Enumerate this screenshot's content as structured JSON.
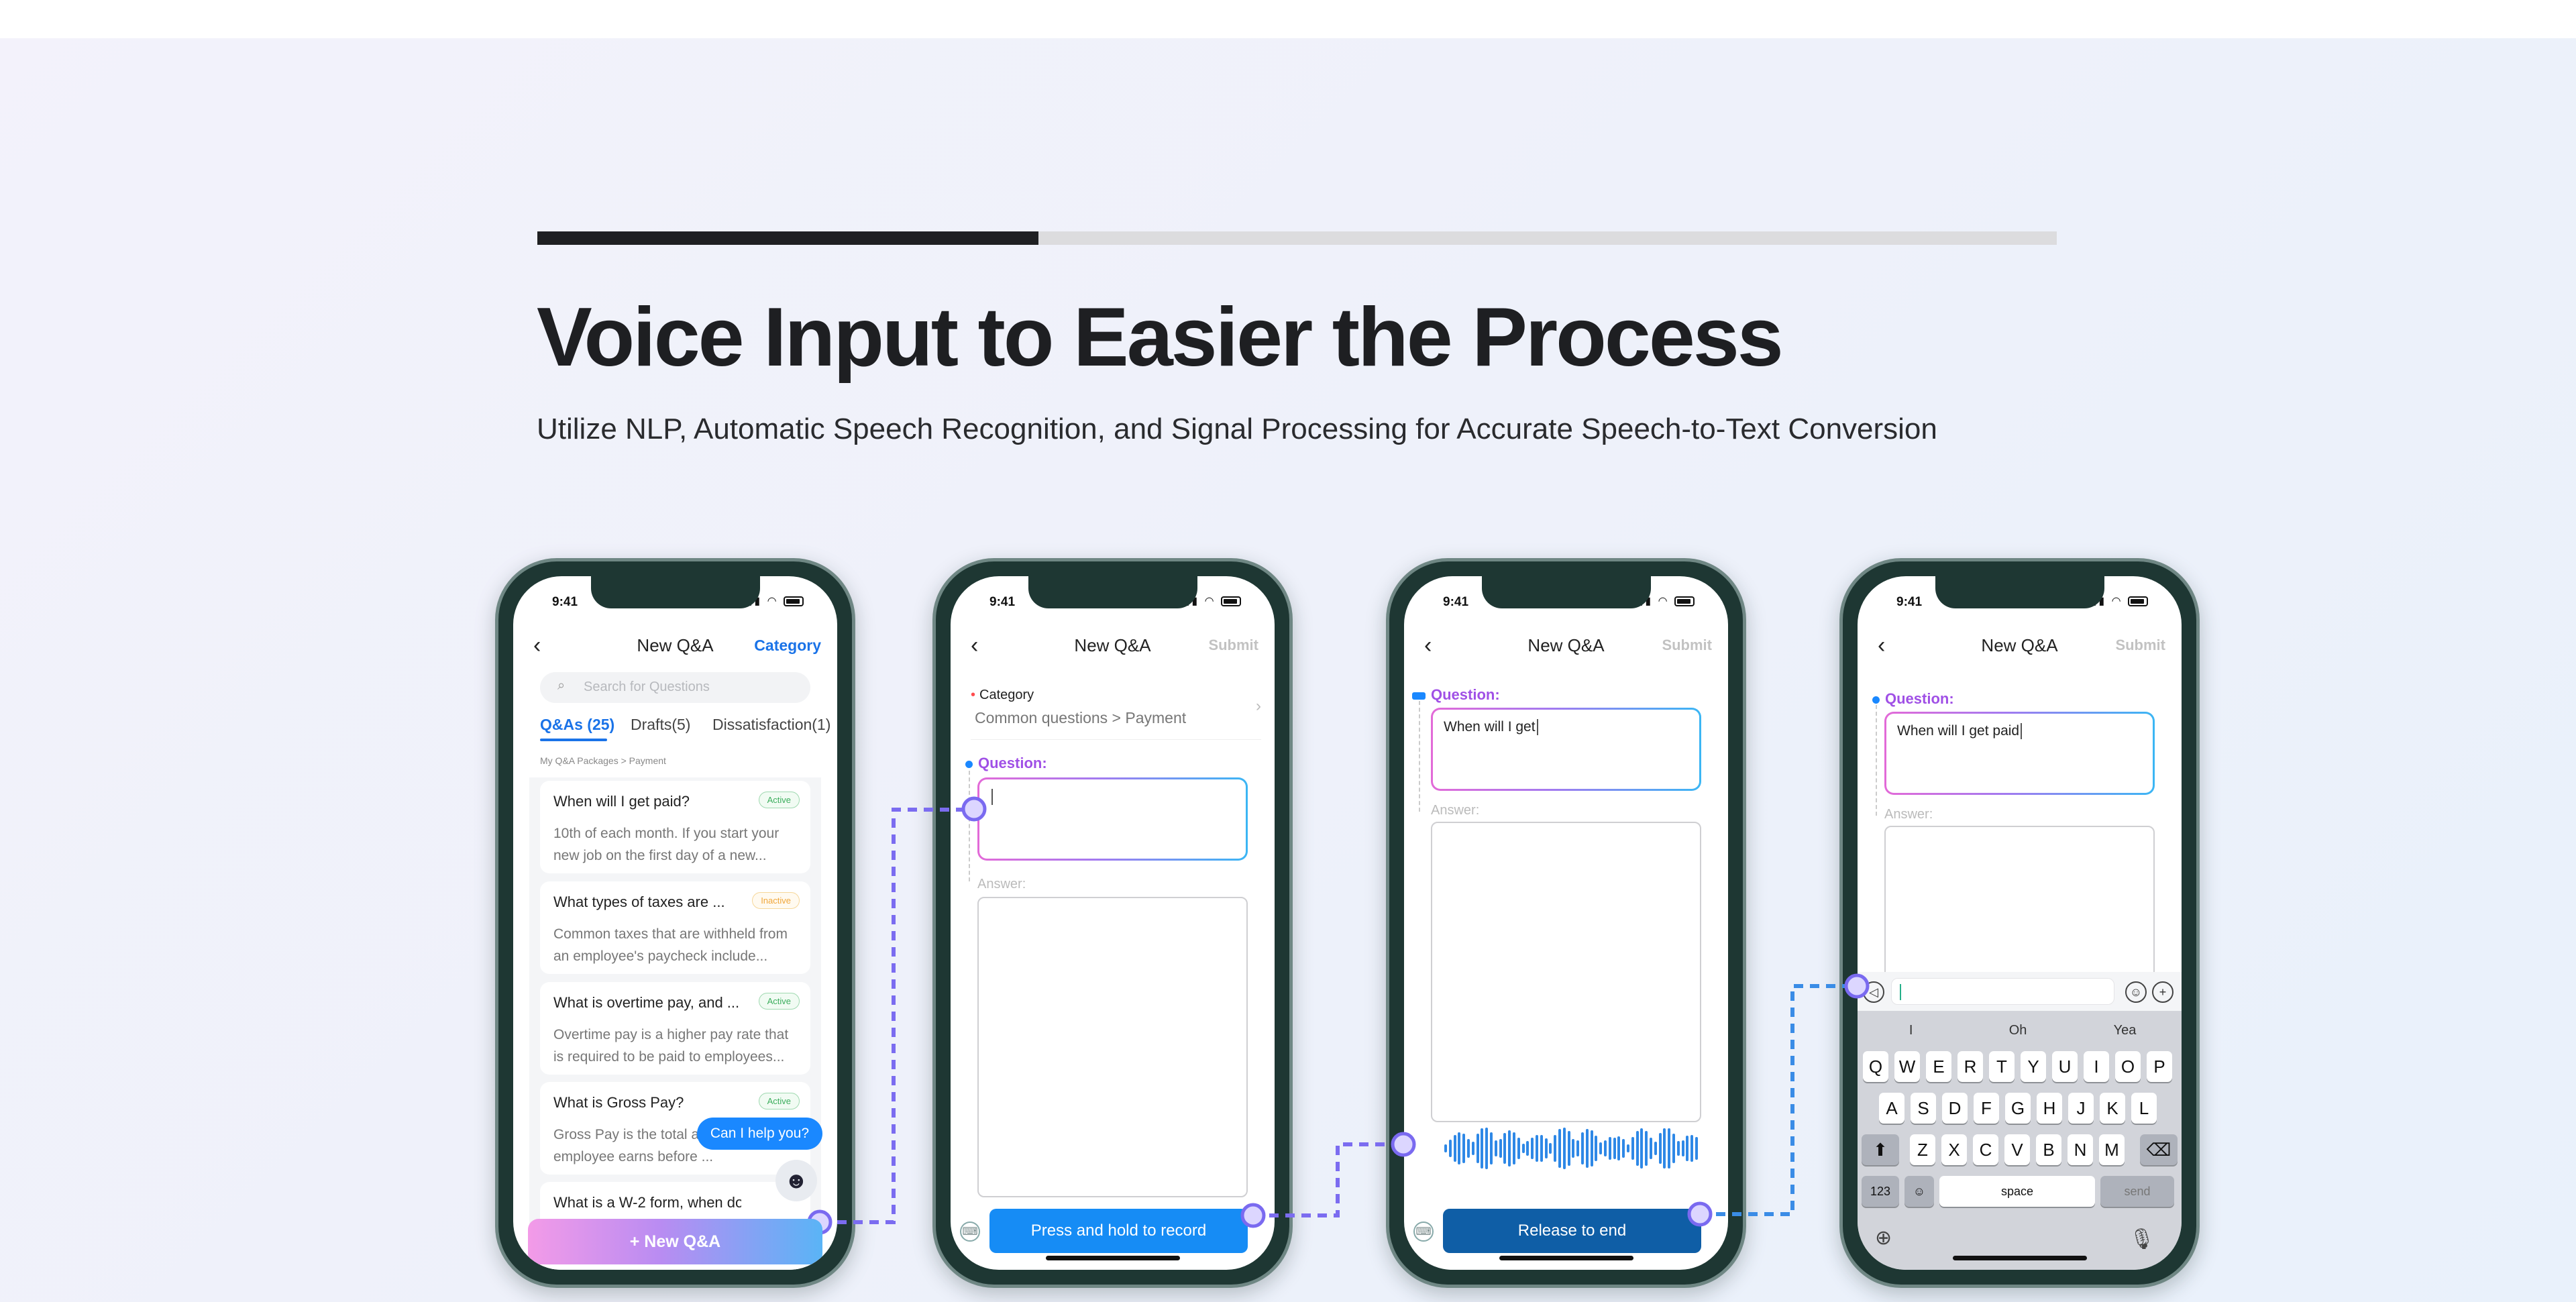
{
  "page": {
    "title": "Voice Input to Easier the Process",
    "subtitle": "Utilize NLP, Automatic Speech Recognition, and Signal Processing for Accurate Speech-to-Text Conversion",
    "progress": 0.33
  },
  "colors": {
    "accent": "#1a88ff",
    "dark": "#1f2022",
    "connector": "#7a5cf0"
  },
  "phone1": {
    "time": "9:41",
    "nav_title": "New Q&A",
    "nav_right": "Category",
    "search_placeholder": "Search for Questions",
    "tabs": [
      "Q&As (25)",
      "Drafts(5)",
      "Dissatisfaction(1)"
    ],
    "breadcrumb": "My Q&A Packages > Payment",
    "cards": [
      {
        "q": "When will I get paid?",
        "status": "Active",
        "a": "10th of each month. If you start your new job on the first day of a new..."
      },
      {
        "q": "What types of taxes are  ...",
        "status": "Inactive",
        "a": "Common taxes that are withheld from an employee's paycheck include..."
      },
      {
        "q": "What is overtime pay, and ...",
        "status": "Active",
        "a": "Overtime pay is a higher pay rate that is required to be paid to employees..."
      },
      {
        "q": "What is Gross Pay?",
        "status": "Active",
        "a": "Gross Pay is the total a... money an employee earns before ..."
      },
      {
        "q": "What is a W-2 form, when do ...",
        "status": "",
        "a": ""
      }
    ],
    "help_bubble": "Can I help you?",
    "new_qa_button": "+ New Q&A"
  },
  "phone2": {
    "time": "9:41",
    "nav_title": "New Q&A",
    "nav_right": "Submit",
    "category_label": "Category",
    "category_value": "Common questions > Payment",
    "question_label": "Question:",
    "question_value": "",
    "answer_label": "Answer:",
    "record_button": "Press and hold to record"
  },
  "phone3": {
    "time": "9:41",
    "nav_title": "New Q&A",
    "nav_right": "Submit",
    "question_label": "Question:",
    "question_value": "When will I get",
    "answer_label": "Answer:",
    "record_button": "Release to end"
  },
  "phone4": {
    "time": "9:41",
    "nav_title": "New Q&A",
    "nav_right": "Submit",
    "question_label": "Question:",
    "question_value": "When will I get paid",
    "answer_label": "Answer:",
    "suggestions": [
      "I",
      "Oh",
      "Yea"
    ],
    "row1": [
      "Q",
      "W",
      "E",
      "R",
      "T",
      "Y",
      "U",
      "I",
      "O",
      "P"
    ],
    "row2": [
      "A",
      "S",
      "D",
      "F",
      "G",
      "H",
      "J",
      "K",
      "L"
    ],
    "row3": [
      "Z",
      "X",
      "C",
      "V",
      "B",
      "N",
      "M"
    ],
    "num_key": "123",
    "space_key": "space",
    "send_key": "send"
  }
}
